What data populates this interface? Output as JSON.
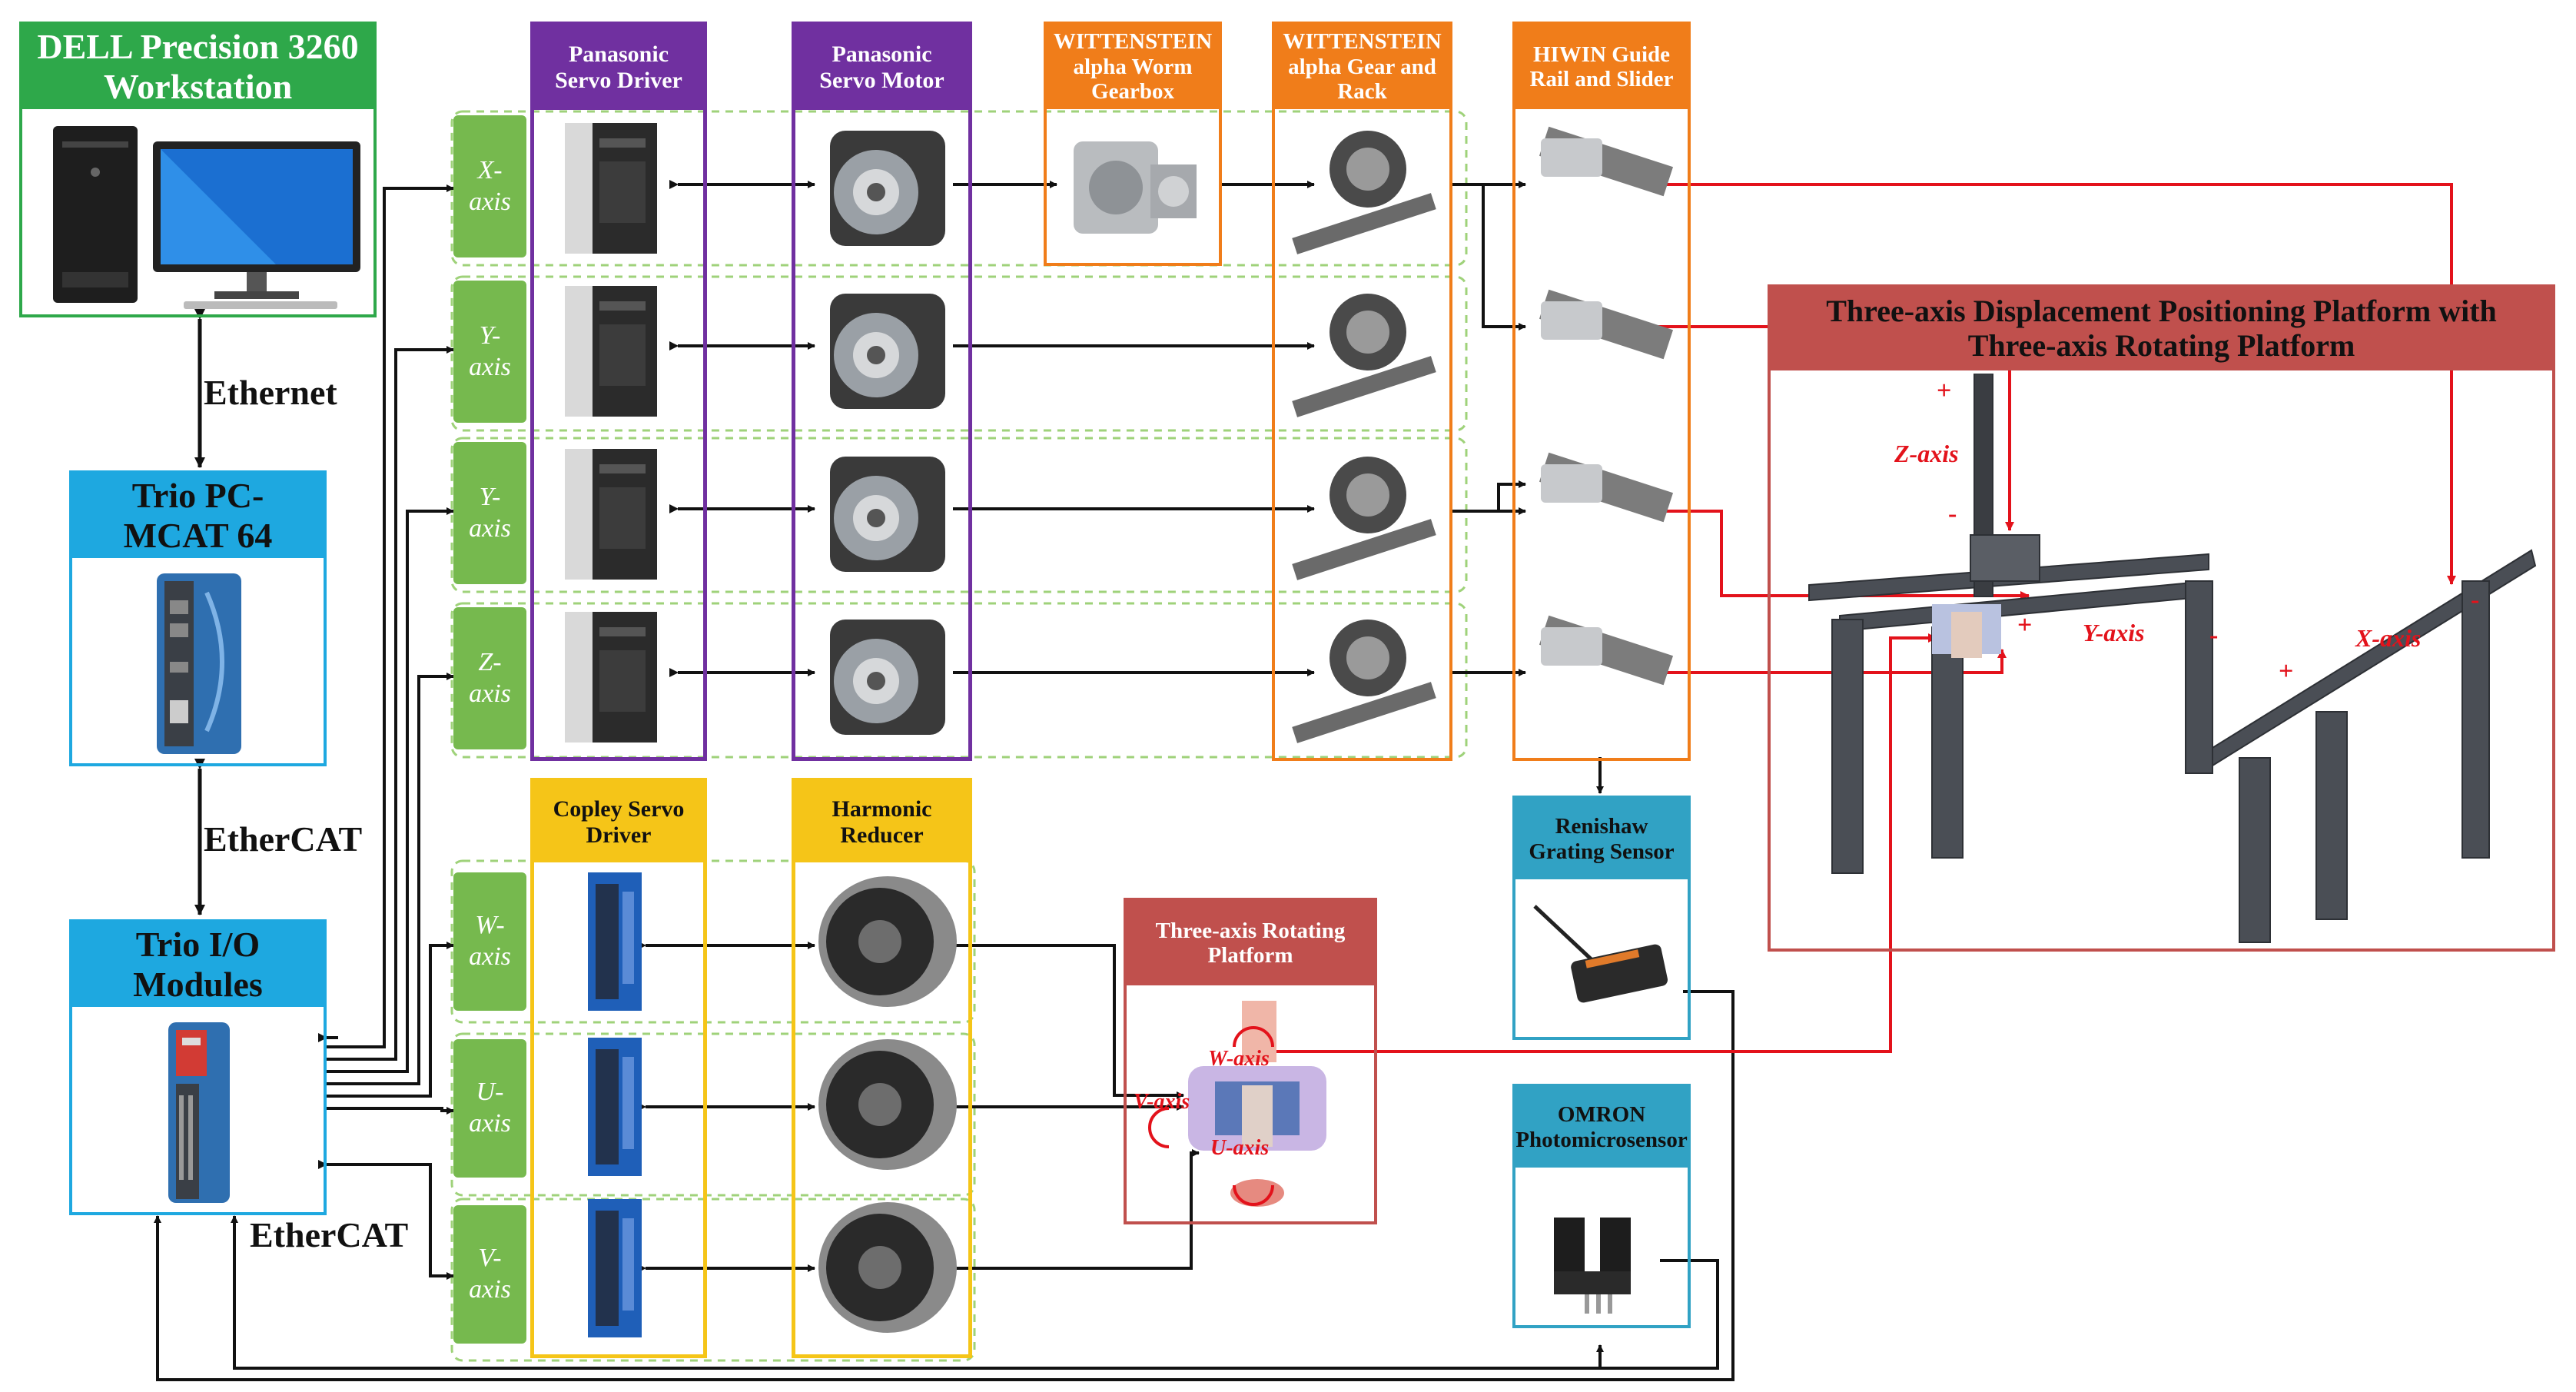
{
  "blocks": {
    "workstation": {
      "title": "DELL Precision 3260 Workstation",
      "color": "#2ea84a"
    },
    "trio_pc": {
      "title": "Trio PC-MCAT 64",
      "color": "#1ea8e0"
    },
    "trio_io": {
      "title": "Trio I/O Modules",
      "color": "#1ea8e0"
    },
    "servo_driver": {
      "title": "Panasonic Servo Driver",
      "color": "#7030a0"
    },
    "servo_motor": {
      "title": "Panasonic Servo Motor",
      "color": "#7030a0"
    },
    "worm_gearbox": {
      "title": "WITTENSTEIN alpha Worm Gearbox",
      "color": "#f07d1a"
    },
    "gear_rack": {
      "title": "WITTENSTEIN alpha Gear and Rack",
      "color": "#f07d1a"
    },
    "guide_rail": {
      "title": "HIWIN Guide Rail and Slider",
      "color": "#f07d1a"
    },
    "copley": {
      "title": "Copley Servo Driver",
      "color": "#f5c518"
    },
    "harmonic": {
      "title": "Harmonic Reducer",
      "color": "#f5c518"
    },
    "rotating_platform": {
      "title": "Three-axis Rotating Platform",
      "color": "#c0504d"
    },
    "renishaw": {
      "title": "Renishaw Grating Sensor",
      "color": "#31a2c4"
    },
    "omron": {
      "title": "OMRON Photomicrosensor",
      "color": "#31a2c4"
    },
    "main_platform": {
      "title": "Three-axis Displacement Positioning Platform with Three-axis Rotating Platform",
      "color": "#c0504d"
    }
  },
  "links": {
    "ethernet": "Ethernet",
    "ethercat1": "EtherCAT",
    "ethercat2": "EtherCAT"
  },
  "axes_linear": [
    "X-\naxis",
    "Y-\naxis",
    "Y-\naxis",
    "Z-\naxis"
  ],
  "axes_rotary": [
    "W-\naxis",
    "U-\naxis",
    "V-\naxis"
  ],
  "platform_labels": {
    "z": "Z-axis",
    "y": "Y-axis",
    "x": "X-axis",
    "plus": "+",
    "minus": "-"
  },
  "rotary_labels": {
    "w": "W-axis",
    "v": "V-axis",
    "u": "U-axis"
  },
  "colors": {
    "red_arrow": "#e3121b",
    "axis_green": "#76b94e",
    "dash_green": "#9fd27a"
  }
}
